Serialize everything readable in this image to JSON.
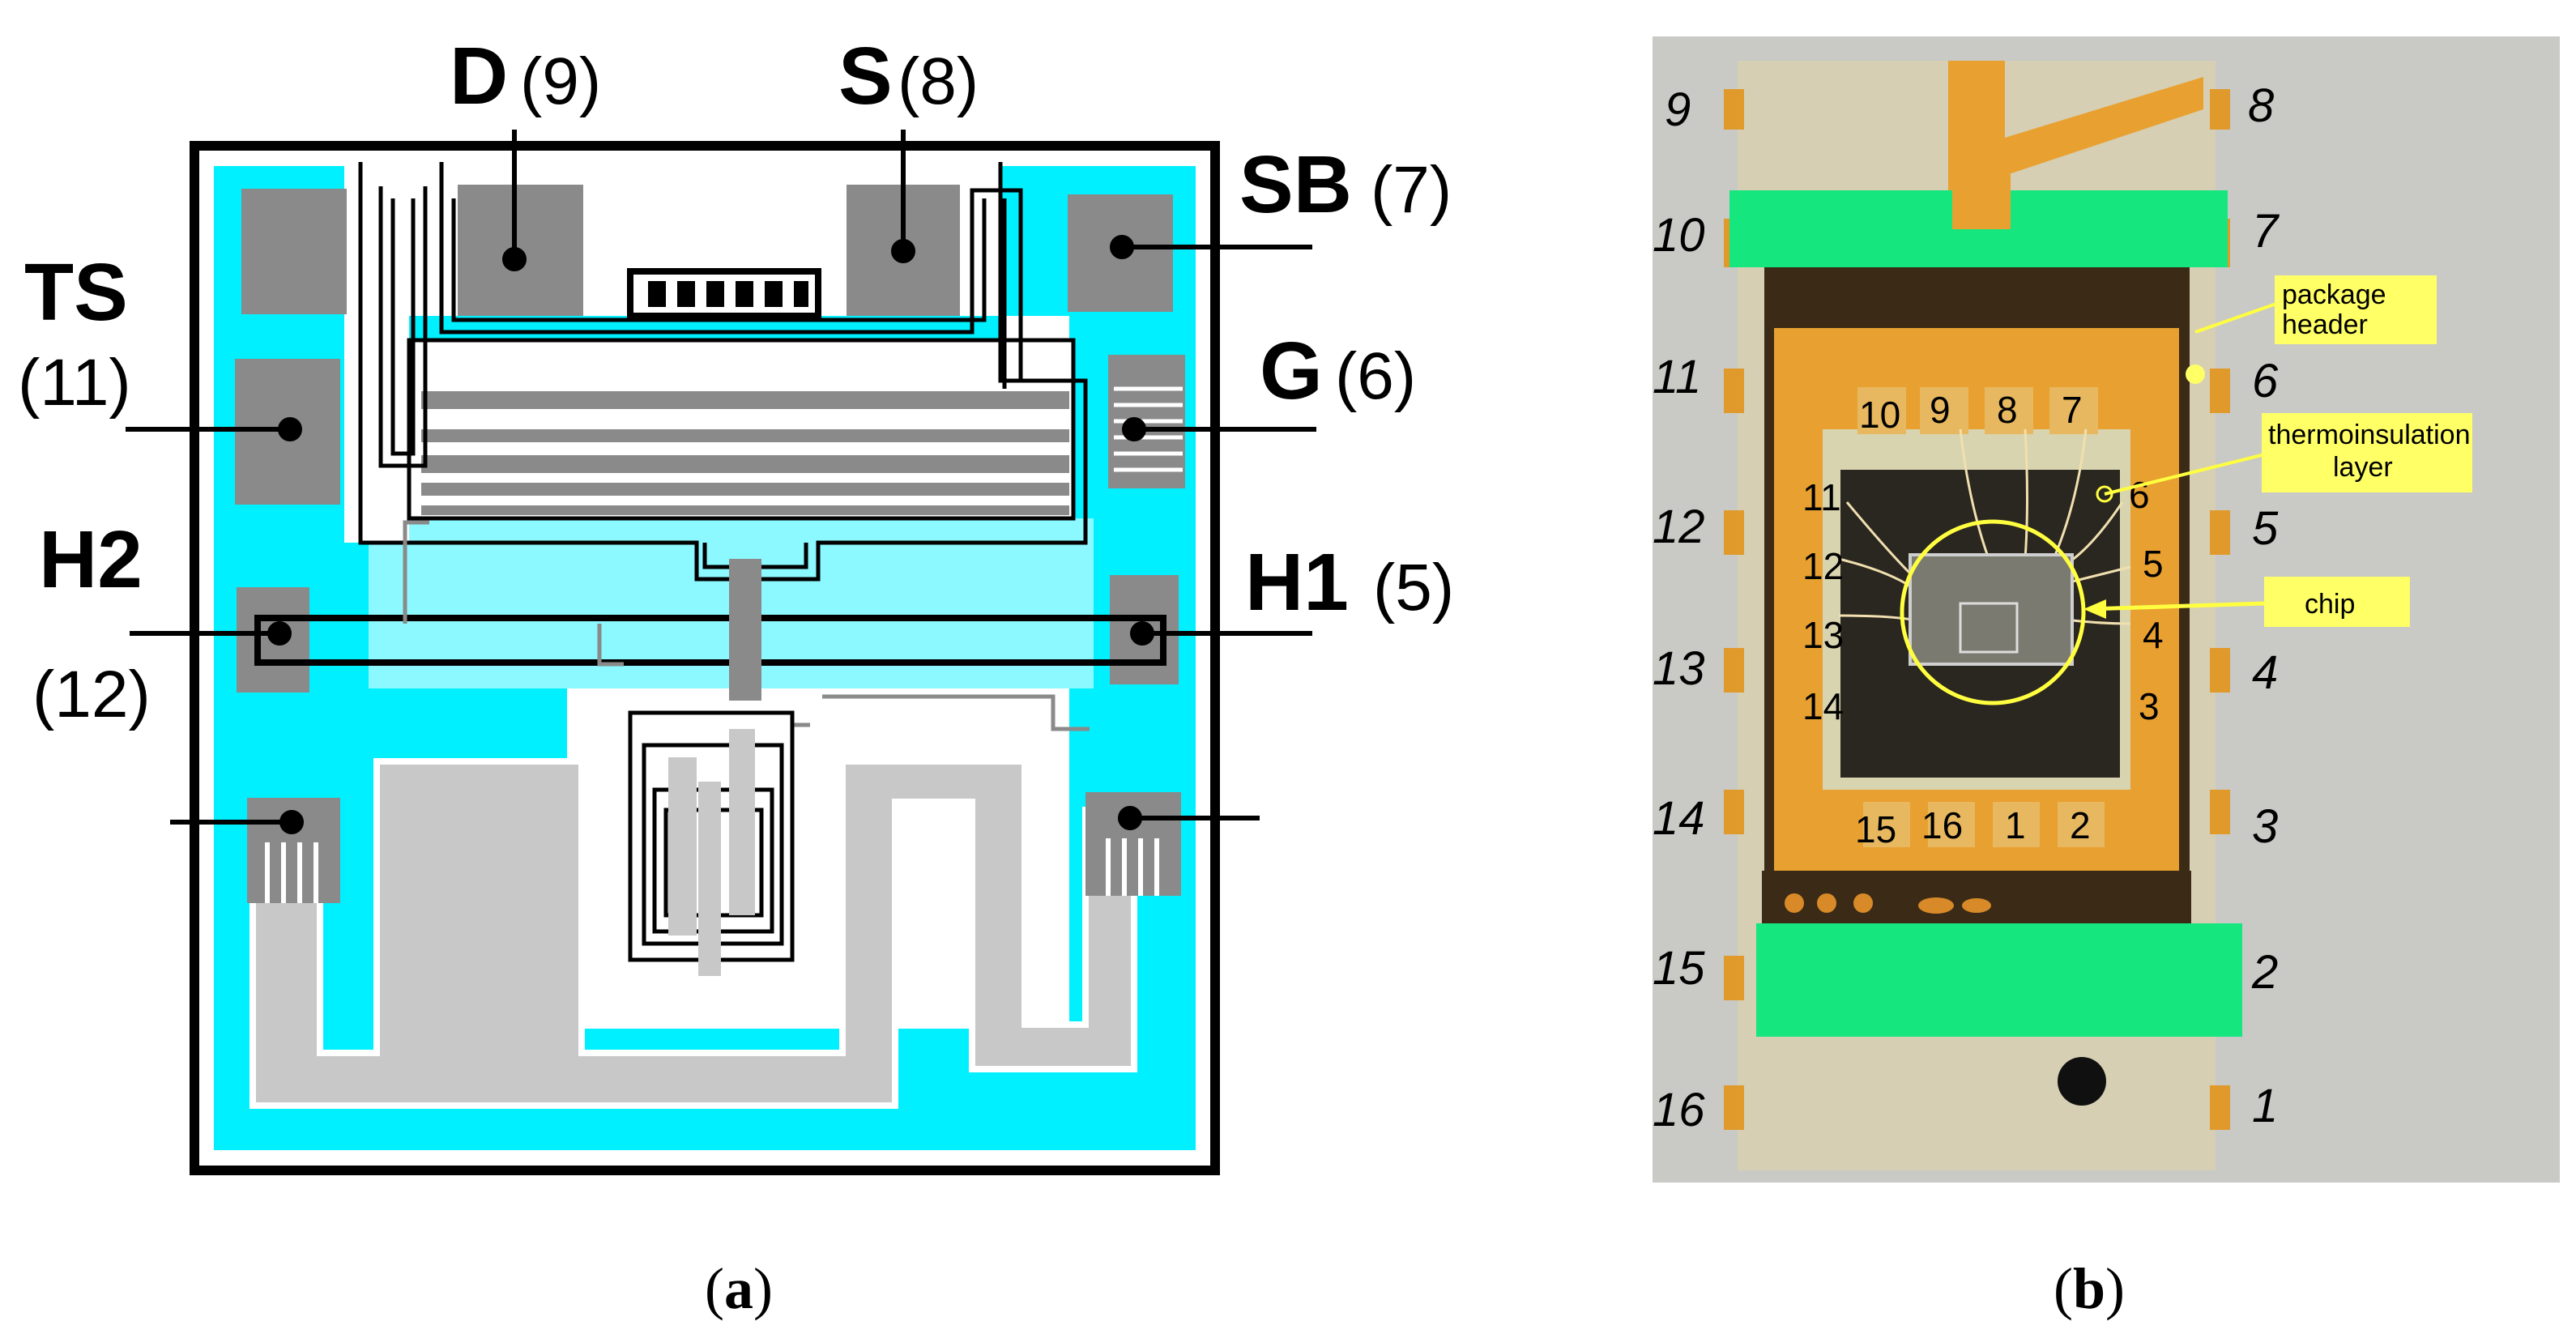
{
  "panel_a": {
    "labels": {
      "D": "D",
      "D_num": "(9)",
      "S": "S",
      "S_num": "(8)",
      "SB": "SB",
      "SB_num": "(7)",
      "TS": "TS",
      "TS_num": "(11)",
      "G": "G",
      "G_num": "(6)",
      "H2": "H2",
      "H2_num": "(12)",
      "H1": "H1",
      "H1_num": "(5)"
    },
    "caption": {
      "open": "(",
      "letter": "a",
      "close": ")"
    }
  },
  "panel_b": {
    "outer_pins_left": [
      "9",
      "10",
      "11",
      "12",
      "13",
      "14",
      "15",
      "16"
    ],
    "outer_pins_right": [
      "8",
      "7",
      "6",
      "5",
      "4",
      "3",
      "2",
      "1"
    ],
    "inner_pins_top": [
      "10",
      "9",
      "8",
      "7"
    ],
    "inner_pins_left": [
      "11",
      "12",
      "13",
      "14"
    ],
    "inner_pins_right": [
      "6",
      "5",
      "4",
      "3"
    ],
    "inner_pins_bottom": [
      "15",
      "16",
      "1",
      "2"
    ],
    "callouts": {
      "package_header_1": "package",
      "package_header_2": "header",
      "thermo_1": "thermoinsulation",
      "thermo_2": "layer",
      "chip": "chip"
    },
    "caption": {
      "open": "(",
      "letter": "b",
      "close": ")"
    }
  },
  "colors": {
    "cyan": "#00f0ff",
    "pad_gray": "#8a8a8a",
    "meander_gray": "#c8c8c8",
    "green": "#16e67e",
    "callout_yellow": "#ffff66",
    "gold": "#e8a030"
  }
}
